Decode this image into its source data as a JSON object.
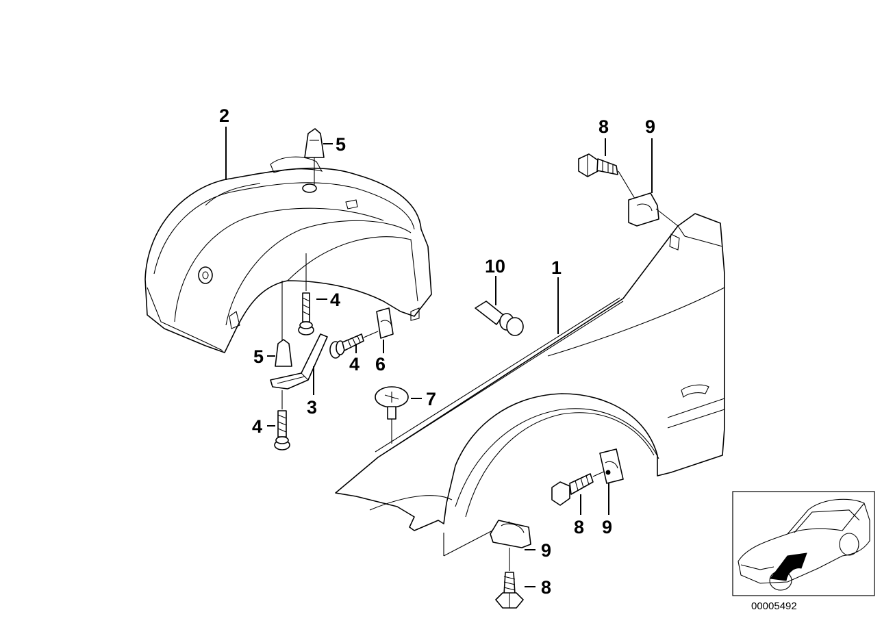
{
  "callouts": {
    "fender": "1",
    "wheel_arch_liner": "2",
    "bracket": "3",
    "screw_upper": "4",
    "screw_mid": "4",
    "screw_lower": "4",
    "expanding_rivet_top": "5",
    "expanding_rivet_bottom": "5",
    "clip_nut": "6",
    "body_screw": "7",
    "bolt_top": "8",
    "bolt_right": "8",
    "bolt_bottom": "8",
    "nut_top": "9",
    "nut_right": "9",
    "nut_bottom": "9",
    "pin": "10"
  },
  "diagram_ref": "00005492",
  "colors": {
    "line": "#000000",
    "background": "#ffffff",
    "highlight": "#000000"
  }
}
